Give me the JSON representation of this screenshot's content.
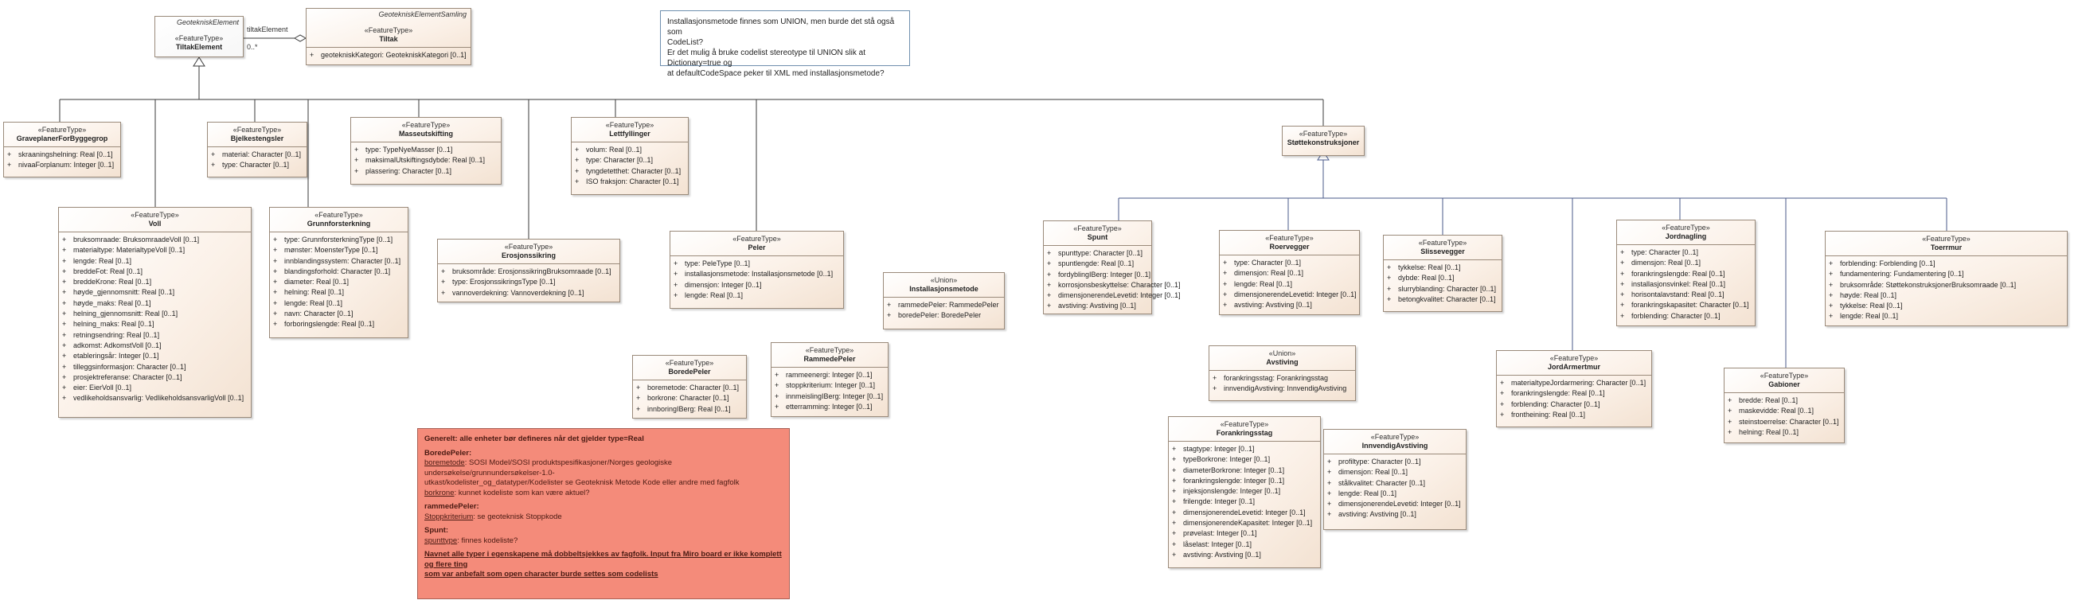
{
  "diagram": {
    "note_top": {
      "lines": [
        "Installasjonsmetode finnes som UNION, men burde det stå også som",
        "CodeList?",
        "Er det mulig å bruke codelist stereotype til UNION slik at Dictionary=true og",
        "at defaultCodeSpace peker til XML med installasjonsmetode?"
      ]
    },
    "assoc": {
      "role": "tiltakElement",
      "mult": "0..*"
    },
    "classes": {
      "geoteknisk_element": {
        "badge": "GeotekniskElement",
        "stereotype": "«FeatureType»",
        "name": "TiltakElement",
        "attrs": []
      },
      "tiltak": {
        "badge": "GeotekniskElementSamling",
        "stereotype": "«FeatureType»",
        "name": "Tiltak",
        "attrs": [
          "geotekniskKategori: GeotekniskKategori [0..1]"
        ]
      },
      "graveplaner": {
        "stereotype": "«FeatureType»",
        "name": "GraveplanerForByggegrop",
        "attrs": [
          "skraaningshelning: Real [0..1]",
          "nivaaForplanum: Integer [0..1]"
        ]
      },
      "bjelkestengsler": {
        "stereotype": "«FeatureType»",
        "name": "Bjelkestengsler",
        "attrs": [
          "material: Character [0..1]",
          "type: Character [0..1]"
        ]
      },
      "masseutskifting": {
        "stereotype": "«FeatureType»",
        "name": "Masseutskifting",
        "attrs": [
          "type: TypeNyeMasser [0..1]",
          "maksimalUtskiftingsdybde: Real [0..1]",
          "plassering: Character [0..1]"
        ]
      },
      "lettfyllinger": {
        "stereotype": "«FeatureType»",
        "name": "Lettfyllinger",
        "attrs": [
          "volum: Real [0..1]",
          "type: Character [0..1]",
          "tyngdetetthet: Character [0..1]",
          "ISO fraksjon: Character [0..1]"
        ]
      },
      "stottekonstruksjoner": {
        "stereotype": "«FeatureType»",
        "name": "Støttekonstruksjoner",
        "attrs": []
      },
      "voll": {
        "stereotype": "«FeatureType»",
        "name": "Voll",
        "attrs": [
          "bruksomraade: BruksomraadeVoll [0..1]",
          "materialtype: MaterialtypeVoll [0..1]",
          "lengde: Real [0..1]",
          "breddeFot: Real [0..1]",
          "breddeKrone: Real [0..1]",
          "høyde_gjennomsnitt: Real [0..1]",
          "høyde_maks: Real [0..1]",
          "helning_gjennomsnitt: Real [0..1]",
          "helning_maks: Real [0..1]",
          "retningsendring: Real [0..1]",
          "adkomst: AdkomstVoll [0..1]",
          "etableringsår: Integer [0..1]",
          "tilleggsinformasjon: Character [0..1]",
          "prosjektreferanse: Character [0..1]",
          "eier: EierVoll [0..1]",
          "vedlikeholdsansvarlig: VedlikeholdsansvarligVoll [0..1]"
        ]
      },
      "grunnforsterkning": {
        "stereotype": "«FeatureType»",
        "name": "Grunnforsterkning",
        "attrs": [
          "type: GrunnforsterkningType [0..1]",
          "mønster: MoensterType [0..1]",
          "innblandingssystem: Character [0..1]",
          "blandingsforhold: Character [0..1]",
          "diameter: Real [0..1]",
          "helning: Real [0..1]",
          "lengde: Real [0..1]",
          "navn: Character [0..1]",
          "forboringslengde: Real [0..1]"
        ]
      },
      "erosjonssikring": {
        "stereotype": "«FeatureType»",
        "name": "Erosjonssikring",
        "attrs": [
          "bruksområde: ErosjonssikringBruksomraade [0..1]",
          "type: ErosjonssikringsType [0..1]",
          "vannoverdekning: Vannoverdekning [0..1]"
        ]
      },
      "peler": {
        "stereotype": "«FeatureType»",
        "name": "Peler",
        "attrs": [
          "type: PeleType [0..1]",
          "installasjonsmetode: Installasjonsmetode [0..1]",
          "dimensjon: Integer [0..1]",
          "lengde: Real [0..1]"
        ]
      },
      "installasjonsmetode": {
        "stereotype": "«Union»",
        "name": "Installasjonsmetode",
        "attrs": [
          "rammedePeler: RammedePeler",
          "boredePeler: BoredePeler"
        ]
      },
      "borede_peler": {
        "stereotype": "«FeatureType»",
        "name": "BoredePeler",
        "attrs": [
          "boremetode: Character [0..1]",
          "borkrone: Character [0..1]",
          "innboringIBerg: Real [0..1]"
        ]
      },
      "rammede_peler": {
        "stereotype": "«FeatureType»",
        "name": "RammedePeler",
        "attrs": [
          "rammeenergi: Integer [0..1]",
          "stoppkriterium: Integer [0..1]",
          "innmeislingIBerg: Integer [0..1]",
          "etterramming: Integer [0..1]"
        ]
      },
      "spunt": {
        "stereotype": "«FeatureType»",
        "name": "Spunt",
        "attrs": [
          "spunttype: Character [0..1]",
          "spuntlengde: Real [0..1]",
          "fordyblingIBerg: Integer [0..1]",
          "korrosjonsbeskyttelse: Character [0..1]",
          "dimensjonerendeLevetid: Integer [0..1]",
          "avstiving: Avstiving [0..1]"
        ]
      },
      "roervegger": {
        "stereotype": "«FeatureType»",
        "name": "Roervegger",
        "attrs": [
          "type: Character [0..1]",
          "dimensjon: Real [0..1]",
          "lengde: Real [0..1]",
          "dimensjonerendeLevetid: Integer [0..1]",
          "avstiving: Avstiving [0..1]"
        ]
      },
      "slissevegger": {
        "stereotype": "«FeatureType»",
        "name": "Slissevegger",
        "attrs": [
          "tykkelse: Real [0..1]",
          "dybde: Real [0..1]",
          "slurryblanding: Character [0..1]",
          "betongkvalitet: Character [0..1]"
        ]
      },
      "jordnagling": {
        "stereotype": "«FeatureType»",
        "name": "Jordnagling",
        "attrs": [
          "type: Character [0..1]",
          "dimensjon: Real [0..1]",
          "forankringslengde: Real [0..1]",
          "installasjonsvinkel: Real [0..1]",
          "horisontalavstand: Real [0..1]",
          "forankringskapasitet: Character [0..1]",
          "forblending: Character [0..1]"
        ]
      },
      "toerrmur": {
        "stereotype": "«FeatureType»",
        "name": "Toerrmur",
        "attrs": [
          "forblending: Forblending [0..1]",
          "fundamentering: Fundamentering [0..1]",
          "bruksområde: StøttekonstruksjonerBruksomraade [0..1]",
          "høyde: Real [0..1]",
          "tykkelse: Real [0..1]",
          "lengde: Real [0..1]"
        ]
      },
      "avstiving": {
        "stereotype": "«Union»",
        "name": "Avstiving",
        "attrs": [
          "forankringsstag: Forankringsstag",
          "innvendigAvstiving: InnvendigAvstiving"
        ]
      },
      "jordarmertmur": {
        "stereotype": "«FeatureType»",
        "name": "JordArmertmur",
        "attrs": [
          "materialtypeJordarmering: Character [0..1]",
          "forankringslengde: Real [0..1]",
          "forblending: Character [0..1]",
          "frontheining: Real [0..1]"
        ]
      },
      "gabioner": {
        "stereotype": "«FeatureType»",
        "name": "Gabioner",
        "attrs": [
          "bredde: Real [0..1]",
          "maskevidde: Real [0..1]",
          "steinstoerrelse: Character [0..1]",
          "helning: Real [0..1]"
        ]
      },
      "forankringsstag": {
        "stereotype": "«FeatureType»",
        "name": "Forankringsstag",
        "attrs": [
          "stagtype: Integer [0..1]",
          "typeBorkrone: Integer [0..1]",
          "diameterBorkrone: Integer [0..1]",
          "forankringslengde: Integer [0..1]",
          "injeksjonslengde: Integer [0..1]",
          "frilengde: Integer [0..1]",
          "dimensjonerendeLevetid: Integer [0..1]",
          "dimensjonerendeKapasitet: Integer [0..1]",
          "prøvelast: Integer [0..1]",
          "låselast: Integer [0..1]",
          "avstiving: Avstiving [0..1]"
        ]
      },
      "innvendig_avstiving": {
        "stereotype": "«FeatureType»",
        "name": "InnvendigAvstiving",
        "attrs": [
          "profiltype: Character [0..1]",
          "dimensjon: Real [0..1]",
          "stålkvalitet: Character [0..1]",
          "lengde: Real [0..1]",
          "dimensjonerendeLevetid: Integer [0..1]",
          "avstiving: Avstiving [0..1]"
        ]
      }
    },
    "note_bottom": {
      "heading": "Generelt: alle enheter bør defineres når det gjelder type=Real",
      "b1_title": "BoredePeler:",
      "b1_l1_key": "boremetode",
      "b1_l1": ": SOSI Model/SOSI produktspesifikasjoner/Norges geologiske undersøkelse/grunnundersøkelser-1.0-",
      "b1_l2": "utkast/kodelister_og_datatyper/Kodelister se Geoteknisk Metode Kode eller andre med fagfolk",
      "b1_l3_key": "borkrone",
      "b1_l3": ": kunnet kodeliste som kan være aktuel?",
      "b2_title": "rammedePeler:",
      "b2_l1_key": "Stoppkriterium",
      "b2_l1": ": se geoteknisk Stoppkode",
      "b3_title": "Spunt:",
      "b3_l1_key": "spunttype",
      "b3_l1": ": finnes kodeliste?",
      "footer_l1": "Navnet alle typer i egenskapene må dobbeltsjekkes av fagfolk. Input fra Miro board er ikke komplett og flere ting",
      "footer_l2": "som var anbefalt som open character burde settes som codelists"
    }
  }
}
